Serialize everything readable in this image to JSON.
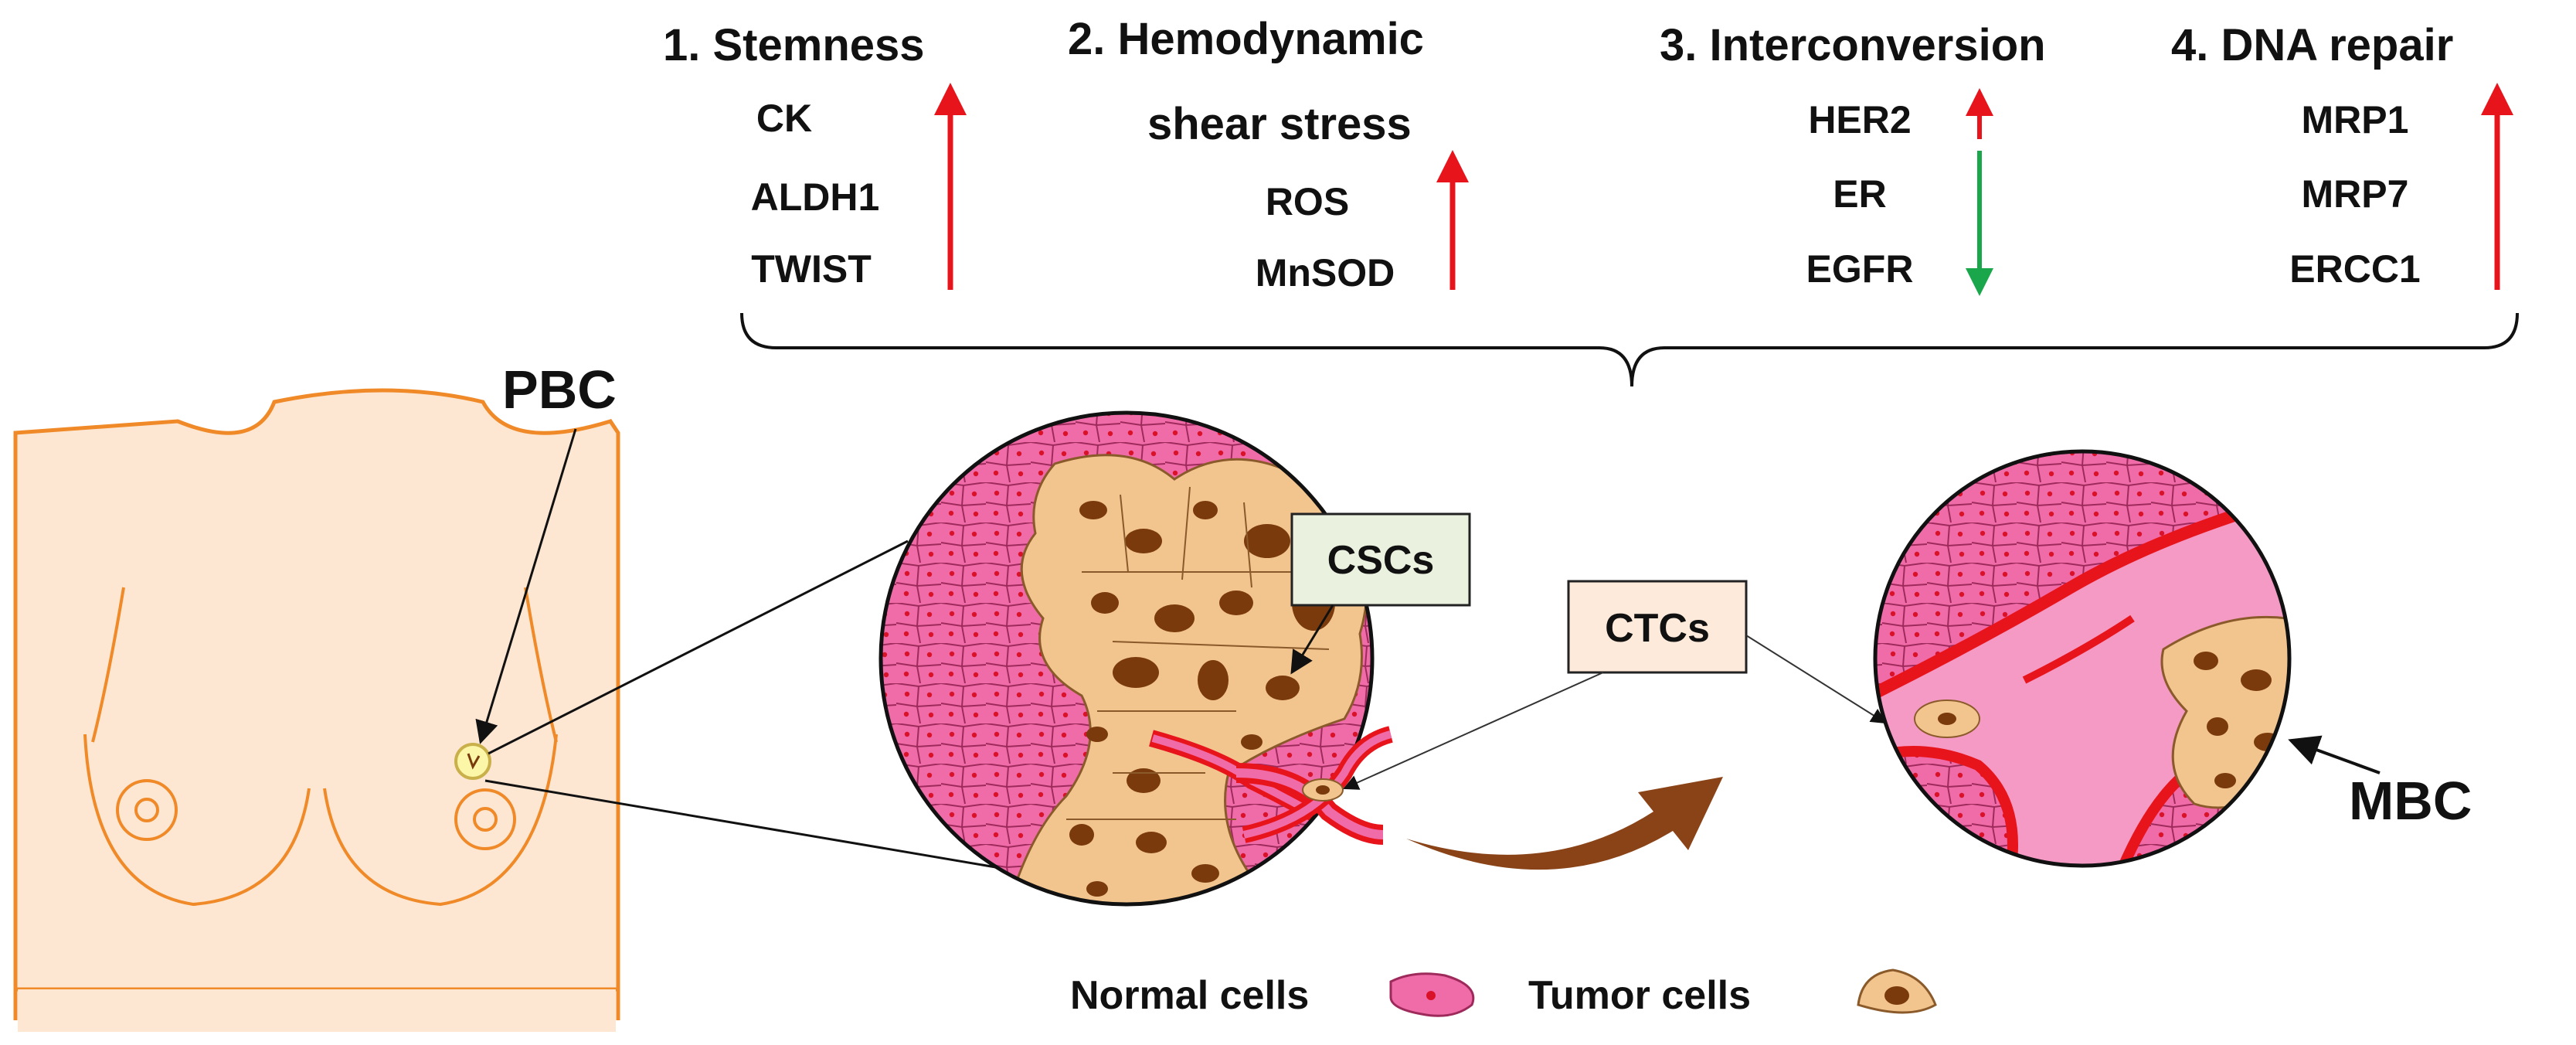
{
  "headings": {
    "stemness": "1. Stemness",
    "hemodynamic_1": "2. Hemodynamic",
    "hemodynamic_2": "shear  stress",
    "interconversion": "3. Interconversion",
    "dna_repair": "4. DNA repair"
  },
  "markers": {
    "stemness": [
      "CK",
      "ALDH1",
      "TWIST"
    ],
    "hemodynamic": [
      "ROS",
      "MnSOD"
    ],
    "interconversion": [
      "HER2",
      "ER",
      "EGFR"
    ],
    "dna_repair": [
      "MRP1",
      "MRP7",
      "ERCC1"
    ]
  },
  "labels": {
    "pbc": "PBC",
    "mbc": "MBC",
    "cscs": "CSCs",
    "ctcs": "CTCs"
  },
  "legend": {
    "normal": "Normal cells",
    "tumor": "Tumor cells"
  },
  "colors": {
    "up_arrow": "#e8141c",
    "down_arrow": "#1aa64a",
    "normal_tissue": "#f06ca8",
    "normal_nucleus": "#d9122a",
    "tumor_cell": "#f2c48e",
    "tumor_nucleus": "#7a3a0c",
    "vessel": "#e8141c",
    "body_fill": "#fde7d3",
    "body_outline": "#f08a28",
    "transfer_arrow": "#8a4317",
    "cscs_box": "#eaf1de",
    "ctcs_box": "#fdeadb"
  }
}
